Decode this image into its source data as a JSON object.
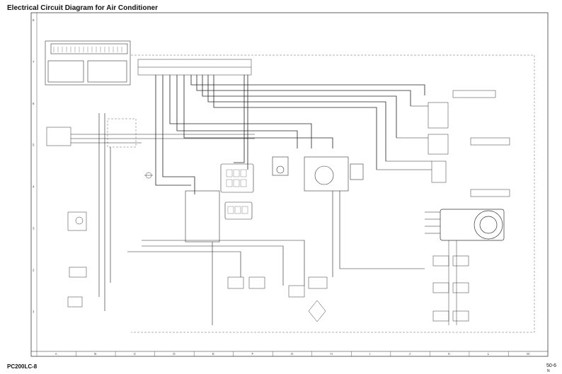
{
  "header": {
    "title": "Electrical Circuit Diagram for Air Conditioner"
  },
  "footer": {
    "model": "PC200LC-8",
    "page": "50-6",
    "side_mark": "N"
  },
  "frame": {
    "row_labels": [
      "8",
      "7",
      "6",
      "5",
      "4",
      "3",
      "2",
      "1"
    ],
    "column_labels": [
      "A",
      "B",
      "C",
      "D",
      "E",
      "F",
      "G",
      "H",
      "I",
      "J",
      "K",
      "L",
      "M"
    ]
  }
}
